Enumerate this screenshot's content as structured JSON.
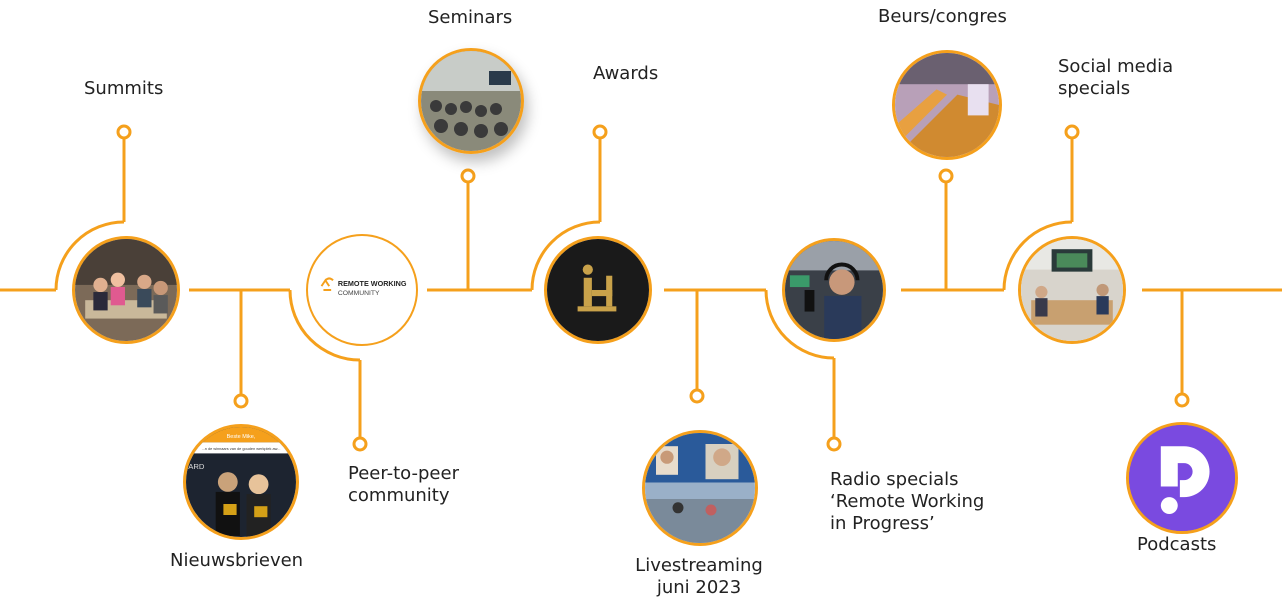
{
  "accent_color": "#f5a01c",
  "milestones": [
    {
      "id": "summits",
      "label": "Summits",
      "icon": "meeting-photo"
    },
    {
      "id": "nieuwsbrieven",
      "label": "Nieuwsbrieven",
      "icon": "newsletter-photo"
    },
    {
      "id": "peer",
      "label": "Peer-to-peer\ncommunity",
      "icon": "community-logo"
    },
    {
      "id": "seminars",
      "label": "Seminars",
      "icon": "seminar-photo"
    },
    {
      "id": "awards",
      "label": "Awards",
      "icon": "award-trophy-photo"
    },
    {
      "id": "livestreaming",
      "label": "Livestreaming\njuni 2023",
      "icon": "livestream-photo"
    },
    {
      "id": "radio",
      "label": "Radio specials\n‘Remote Working\nin Progress’",
      "icon": "radio-studio-photo"
    },
    {
      "id": "beurs",
      "label": "Beurs/congres",
      "icon": "expo-hall-photo"
    },
    {
      "id": "social",
      "label": "Social media\nspecials",
      "icon": "social-meeting-photo"
    },
    {
      "id": "podcasts",
      "label": "Podcasts",
      "icon": "podcast-logo"
    }
  ],
  "community_logo": {
    "line1": "REMOTE WORKING",
    "line2": "COMMUNITY"
  },
  "newsletter": {
    "header": "Beste Mike,",
    "subline": "...n de winnaars van de gouden werkplek aw...",
    "ard": "ARD"
  }
}
